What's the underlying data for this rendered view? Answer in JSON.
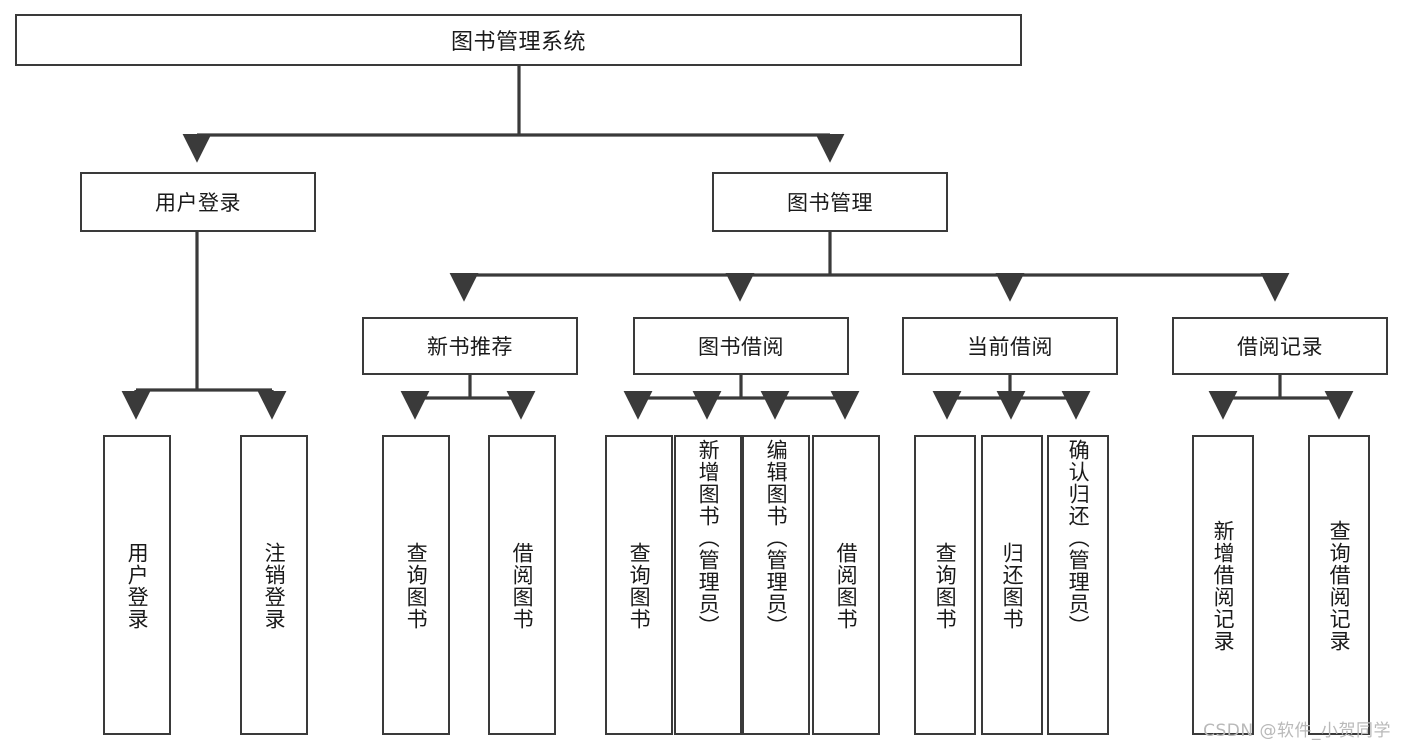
{
  "diagram": {
    "type": "tree-hierarchy-diagram",
    "title": "图书管理系统",
    "watermark": "CSDN @软件_小贺同学",
    "colors": {
      "box_border": "#3a3a3a",
      "box_fill": "#ffffff",
      "text": "#1a1a1a",
      "connector": "#3a3a3a",
      "watermark": "#b9b9b9",
      "background": "#ffffff"
    },
    "root": {
      "label": "图书管理系统"
    },
    "level2": [
      {
        "label": "用户登录"
      },
      {
        "label": "图书管理"
      }
    ],
    "level3": [
      {
        "label": "新书推荐"
      },
      {
        "label": "图书借阅"
      },
      {
        "label": "当前借阅"
      },
      {
        "label": "借阅记录"
      }
    ],
    "leaves": {
      "user_login": [
        {
          "label": "用户登录"
        },
        {
          "label": "注销登录"
        }
      ],
      "new_book": [
        {
          "label": "查询图书"
        },
        {
          "label": "借阅图书"
        }
      ],
      "book_borrow": [
        {
          "label": "查询图书"
        },
        {
          "label": "新增图书（管理员）"
        },
        {
          "label": "编辑图书（管理员）"
        },
        {
          "label": "借阅图书"
        }
      ],
      "current_borrow": [
        {
          "label": "查询图书"
        },
        {
          "label": "归还图书"
        },
        {
          "label": "确认归还（管理员）"
        }
      ],
      "borrow_record": [
        {
          "label": "新增借阅记录"
        },
        {
          "label": "查询借阅记录"
        }
      ]
    }
  }
}
